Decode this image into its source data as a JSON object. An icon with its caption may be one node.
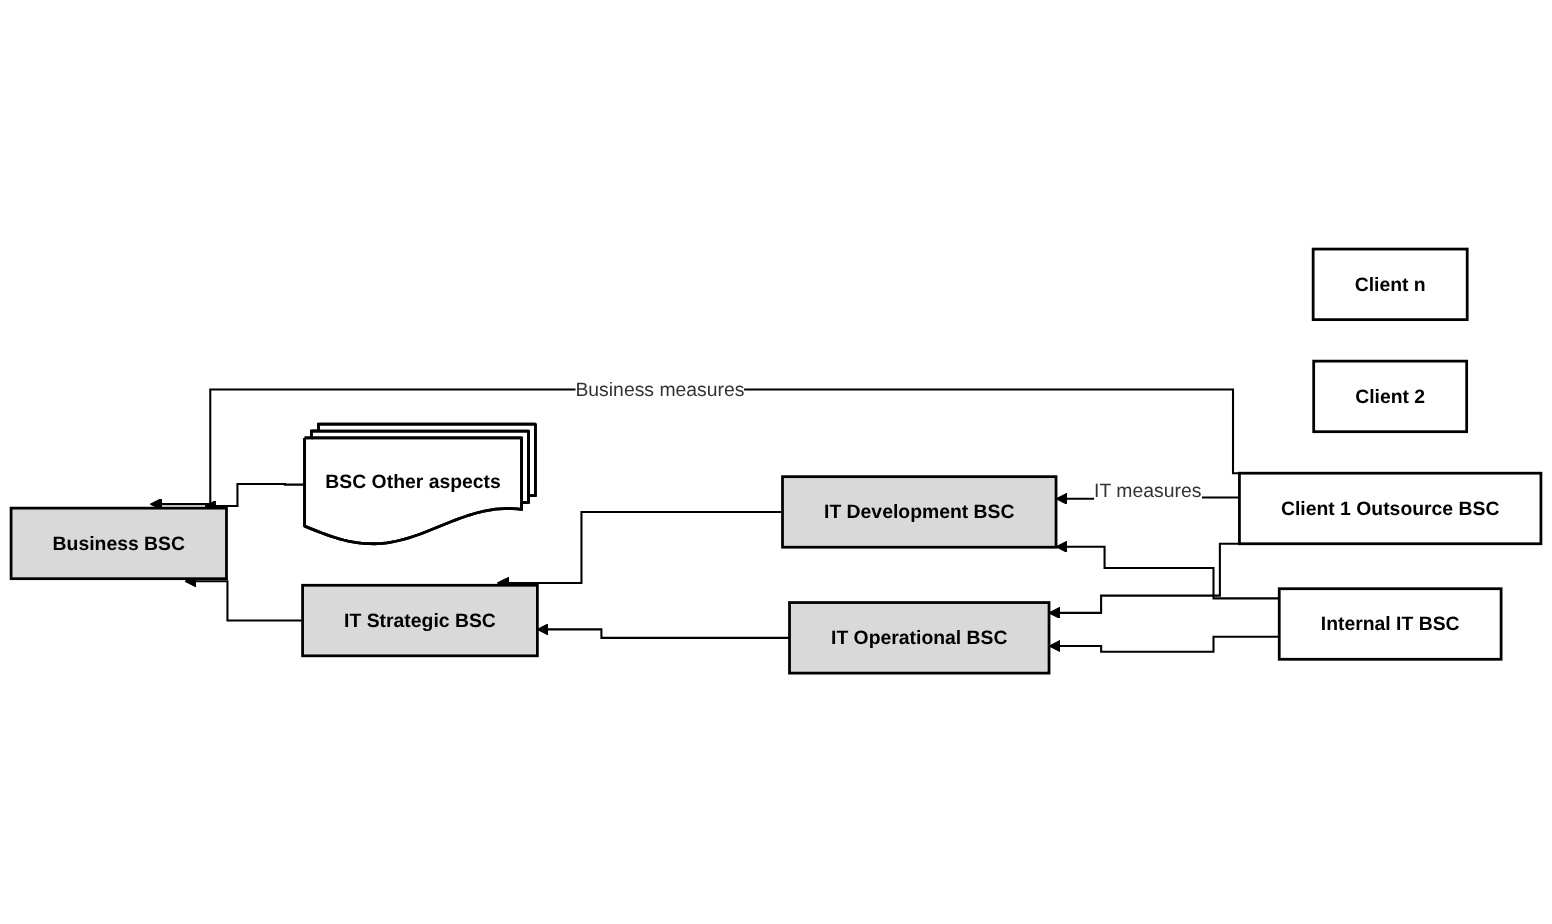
{
  "diagram": {
    "nodes": [
      {
        "text": [
          "Client n"
        ]
      },
      {
        "text": [
          "Client 2"
        ]
      },
      {
        "text": [
          "Client 1 Outsource BSC"
        ]
      },
      {
        "text": [
          "BSC Other aspects"
        ]
      },
      {
        "text": [
          "IT Development BSC"
        ]
      },
      {
        "text": [
          "Business BSC"
        ]
      },
      {
        "text": [
          "IT Strategic BSC"
        ]
      },
      {
        "text": [
          "Internal IT BSC"
        ]
      },
      {
        "text": [
          "IT Operational BSC"
        ]
      }
    ],
    "edges": [
      {
        "from": 2,
        "to": 5,
        "arrow": "to",
        "label": "Business measures"
      },
      {
        "from": 3,
        "to": 5,
        "arrow": "to"
      },
      {
        "from": 6,
        "to": 5,
        "arrow": "to"
      },
      {
        "from": 2,
        "to": 4,
        "arrow": "to",
        "label": "IT measures"
      },
      {
        "from": 2,
        "to": 8,
        "arrow": "to"
      },
      {
        "from": 7,
        "to": 4,
        "arrow": "to"
      },
      {
        "from": 7,
        "to": 8,
        "arrow": "to"
      },
      {
        "from": 4,
        "to": 6,
        "arrow": "to"
      },
      {
        "from": 8,
        "to": 6,
        "arrow": "to"
      }
    ]
  }
}
